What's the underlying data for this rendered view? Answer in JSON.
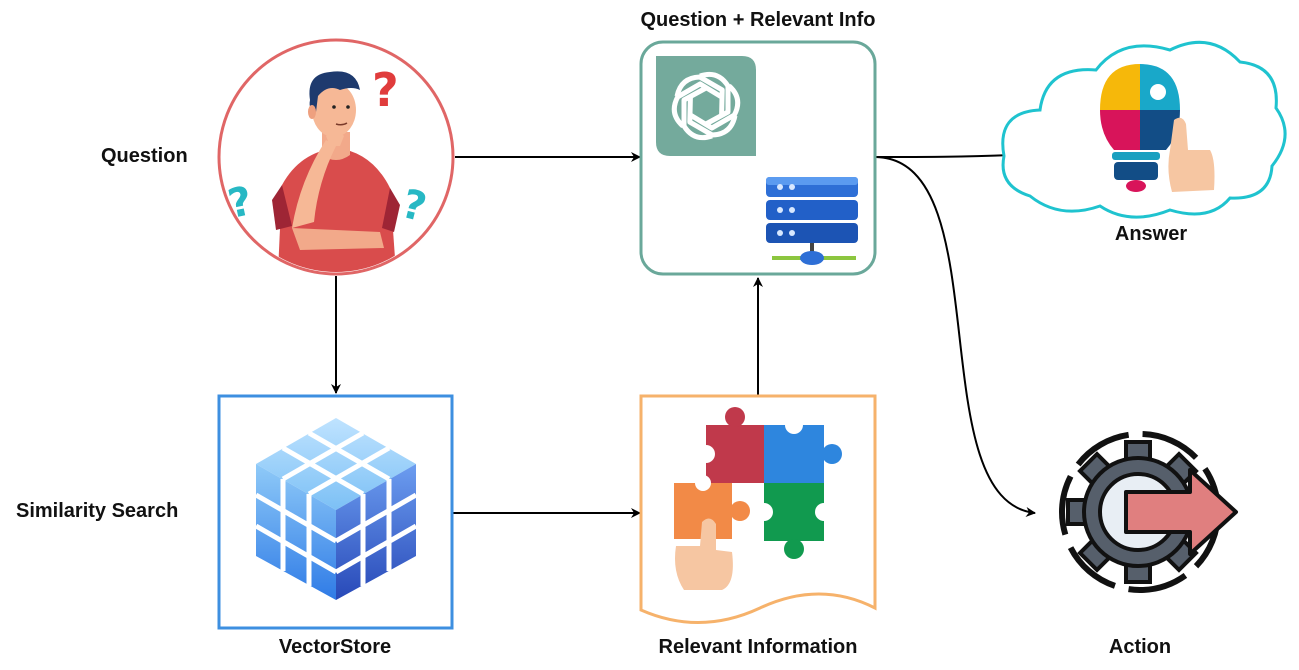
{
  "labels": {
    "question": "Question",
    "similarity_search": "Similarity Search",
    "question_relevant_info": "Question + Relevant Info",
    "answer": "Answer",
    "vectorstore": "VectorStore",
    "relevant_information": "Relevant Information",
    "action": "Action"
  },
  "colors": {
    "question_circle": "#e06666",
    "llm_box": "#6aa89a",
    "vectorstore_box": "#3d8fe0",
    "relevant_box": "#f6b26b",
    "answer_cloud": "#1fc3cf",
    "arrow": "#000000"
  },
  "icons": {
    "question": "thinking-person-icon",
    "llm": "openai-logo-icon",
    "database": "server-database-icon",
    "vectorstore": "cube-grid-icon",
    "relevant": "puzzle-pieces-icon",
    "answer": "lightbulb-puzzle-icon",
    "action": "gear-arrow-icon"
  }
}
